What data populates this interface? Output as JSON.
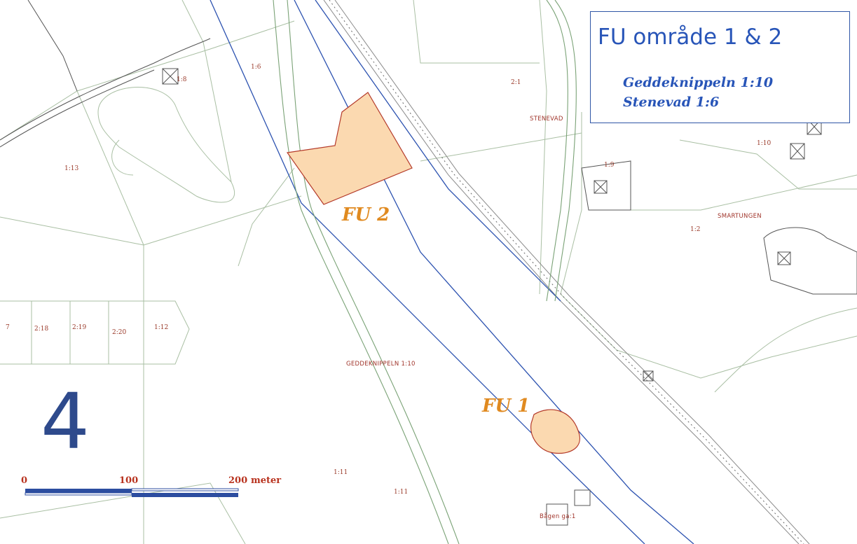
{
  "map": {
    "title": "FU område 1 & 2",
    "subtitles": [
      "Geddeknippeln 1:10",
      "Stenevad 1:6"
    ],
    "sheet_number": "4",
    "areas": [
      {
        "label": "FU 1",
        "fill": "#fbd9b0",
        "stroke": "#b43a2a"
      },
      {
        "label": "FU 2",
        "fill": "#fbd9b0",
        "stroke": "#b43a2a"
      }
    ],
    "place_names": [
      "STENEVAD",
      "SMARTUNGEN",
      "GEDDEKNIPPELN 1:10",
      "Bågen ga:1"
    ],
    "parcel_labels": [
      "1:8",
      "1:6",
      "2:1",
      "1:13",
      "1:9",
      "1:10",
      "1:2",
      "7",
      "2:18",
      "2:19",
      "2:20",
      "1:12",
      "1:11",
      "1:11"
    ],
    "scale_bar": {
      "labels": [
        "0",
        "100",
        "200"
      ],
      "unit": "meter",
      "color": "#2c4da0"
    },
    "colors": {
      "road": "#2c52b0",
      "parcel_line": "#9fb89a",
      "text": "#a0342a",
      "accent": "#e08a20"
    }
  }
}
